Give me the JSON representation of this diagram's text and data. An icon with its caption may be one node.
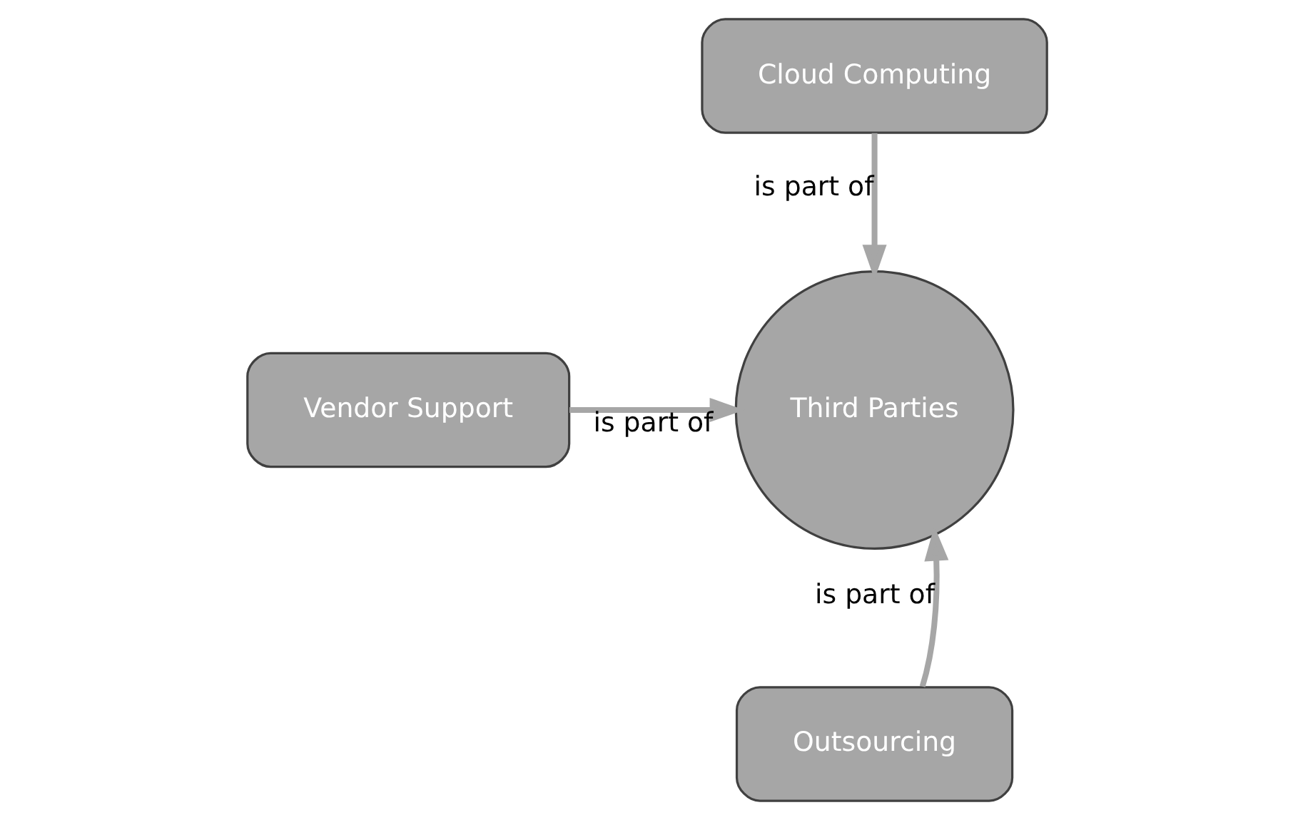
{
  "diagram": {
    "nodes": [
      {
        "text": [
          "Cloud Computing"
        ]
      },
      {
        "text": [
          "Vendor Support"
        ]
      },
      {
        "text": [
          "Third Parties"
        ]
      },
      {
        "text": [
          "Outsourcing"
        ]
      }
    ],
    "edges": [
      {
        "from": 0,
        "to": 2,
        "arrow": "to",
        "label": "is part of"
      },
      {
        "from": 1,
        "to": 2,
        "arrow": "to",
        "label": "is part of"
      },
      {
        "from": 3,
        "to": 2,
        "arrow": "to",
        "label": "is part of"
      }
    ]
  }
}
